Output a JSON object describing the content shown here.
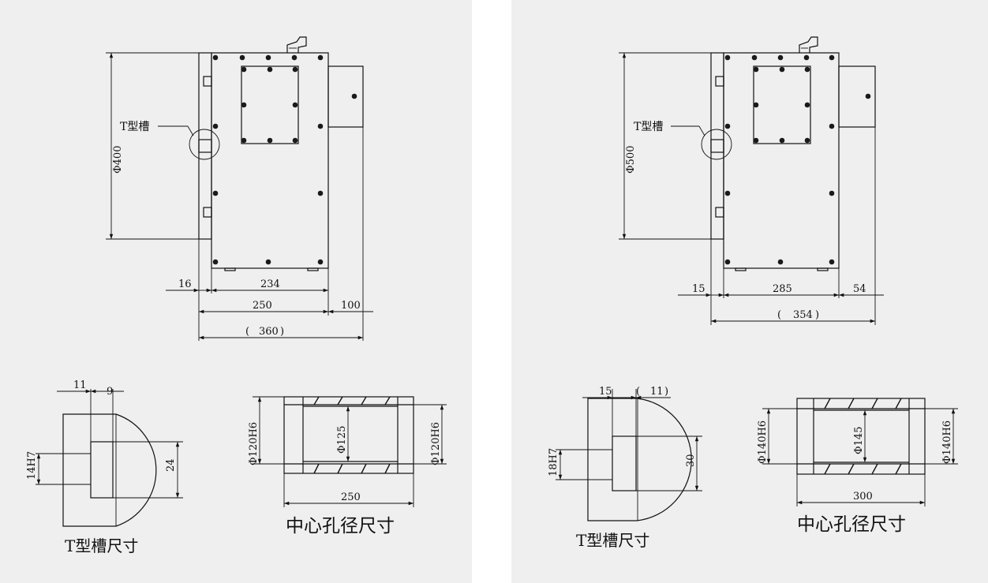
{
  "left": {
    "t_slot_label": "T型槽",
    "diameter": "Φ400",
    "dims": {
      "d16": "16",
      "d234": "234",
      "d250": "250",
      "d100": "100",
      "d360": "360"
    },
    "tslot": {
      "w11": "11",
      "w9": "9",
      "h14": "14H7",
      "h24": "24",
      "caption": "T型槽尺寸"
    },
    "bore": {
      "d_in1": "Φ120H6",
      "d_mid": "Φ125",
      "d_in2": "Φ120H6",
      "length": "250",
      "caption": "中心孔径尺寸"
    }
  },
  "right": {
    "t_slot_label": "T型槽",
    "diameter": "Φ500",
    "dims": {
      "d15": "15",
      "d285": "285",
      "d54": "54",
      "d354": "354"
    },
    "tslot": {
      "w15": "15",
      "w11": "11",
      "h18": "18H7",
      "h30": "30",
      "caption": "T型槽尺寸"
    },
    "bore": {
      "d_in1": "Φ140H6",
      "d_mid": "Φ145",
      "d_in2": "Φ140H6",
      "length": "300",
      "caption": "中心孔径尺寸"
    }
  },
  "colors": {
    "background": "#efefef",
    "ink": "#111111"
  }
}
